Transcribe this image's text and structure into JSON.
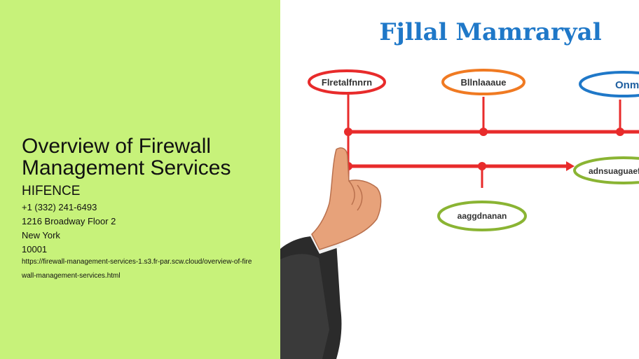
{
  "page": {
    "title": "Overview of Firewall Management Services",
    "company": "HIFENCE",
    "phone": "+1 (332) 241-6493",
    "address_line1": "1216 Broadway Floor 2",
    "city": "New York",
    "zip": "10001",
    "url": "https://firewall-management-services-1.s3.fr-par.scw.cloud/overview-of-firewall-management-services.html"
  },
  "image": {
    "heading": "Fjllal Mamraryal",
    "node_labels": [
      "Flretalfnnrn",
      "Bllnlaaaue",
      "Onmnth",
      "adnsuaguaefe",
      "aaggdnanan"
    ]
  },
  "colors": {
    "left_background": "#c7f27a",
    "heading_blue": "#1f78c8",
    "line_red": "#e82b2b",
    "oval_orange": "#f07a22",
    "oval_green": "#8ab433"
  }
}
